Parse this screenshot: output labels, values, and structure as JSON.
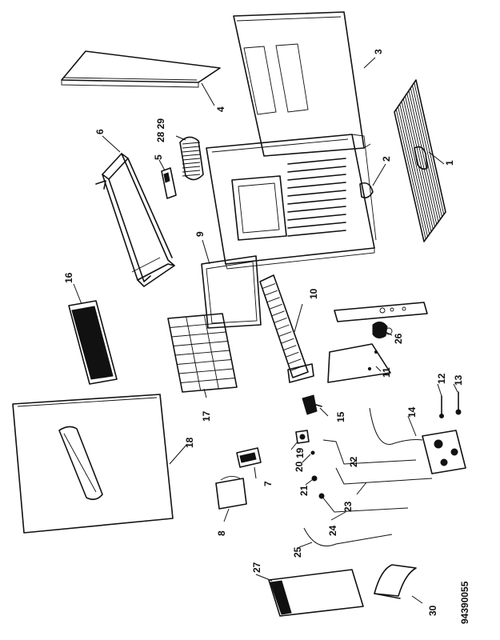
{
  "diagram": {
    "reference_code": "94390055",
    "callouts": [
      {
        "id": "c1",
        "text": "1"
      },
      {
        "id": "c2",
        "text": "2"
      },
      {
        "id": "c3",
        "text": "3"
      },
      {
        "id": "c4",
        "text": "4"
      },
      {
        "id": "c5",
        "text": "5"
      },
      {
        "id": "c6",
        "text": "6"
      },
      {
        "id": "c7",
        "text": "7"
      },
      {
        "id": "c8",
        "text": "8"
      },
      {
        "id": "c9",
        "text": "9"
      },
      {
        "id": "c10",
        "text": "10"
      },
      {
        "id": "c11",
        "text": "11"
      },
      {
        "id": "c12",
        "text": "12"
      },
      {
        "id": "c13",
        "text": "13"
      },
      {
        "id": "c14",
        "text": "14"
      },
      {
        "id": "c15",
        "text": "15"
      },
      {
        "id": "c16",
        "text": "16"
      },
      {
        "id": "c17",
        "text": "17"
      },
      {
        "id": "c18",
        "text": "18"
      },
      {
        "id": "c19",
        "text": "19"
      },
      {
        "id": "c20",
        "text": "20"
      },
      {
        "id": "c21",
        "text": "21"
      },
      {
        "id": "c22",
        "text": "22"
      },
      {
        "id": "c23",
        "text": "23"
      },
      {
        "id": "c24",
        "text": "24"
      },
      {
        "id": "c25",
        "text": "25"
      },
      {
        "id": "c26",
        "text": "26"
      },
      {
        "id": "c27",
        "text": "27"
      },
      {
        "id": "c2829",
        "text": "28 29"
      },
      {
        "id": "c30",
        "text": "30"
      }
    ]
  }
}
